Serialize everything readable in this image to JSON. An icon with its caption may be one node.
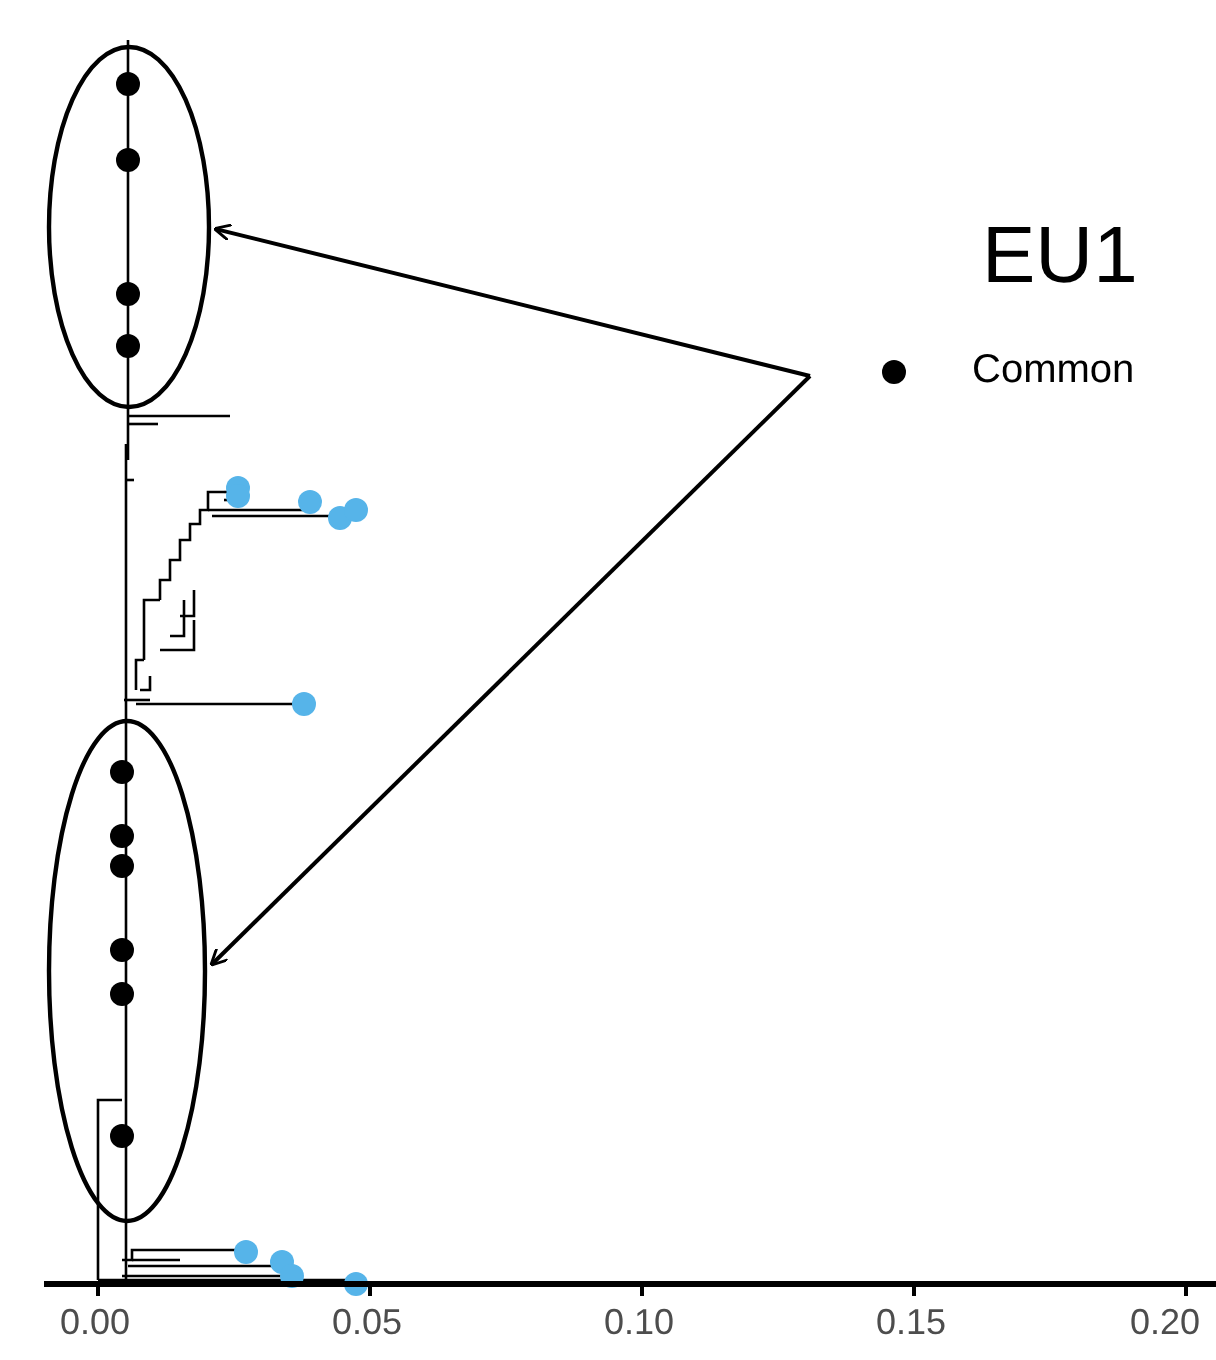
{
  "diagram": {
    "title": "EU1",
    "nodes": [
      {
        "text": [],
        "shape": "ellipse"
      },
      {
        "text": [],
        "shape": "ellipse"
      }
    ],
    "edges": [
      {
        "from": null,
        "to": 0,
        "arrow": "to"
      },
      {
        "from": null,
        "to": 1,
        "arrow": "to"
      }
    ],
    "labels": [
      "0.00",
      "0.05",
      "0.10",
      "0.15",
      "0.20"
    ],
    "legend": [
      {
        "text": "Common",
        "color": "#000000"
      }
    ]
  }
}
